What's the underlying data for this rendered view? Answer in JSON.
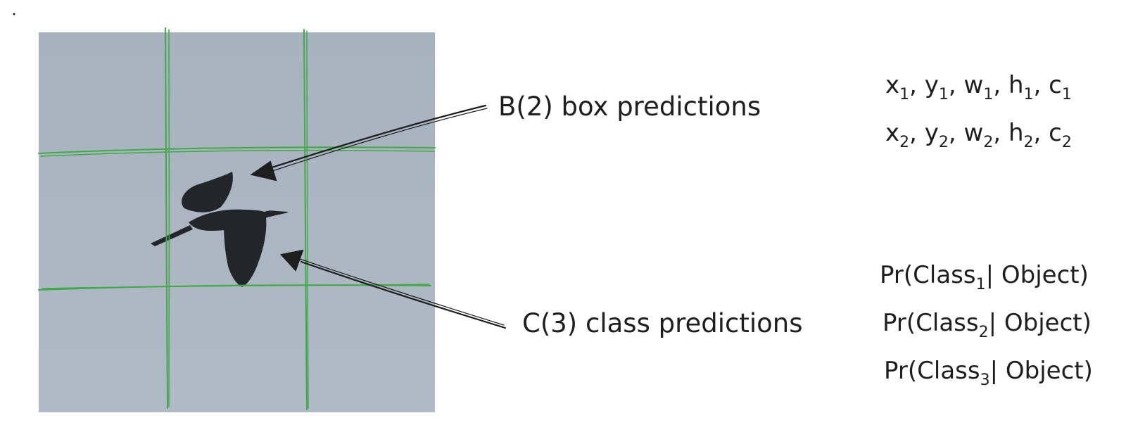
{
  "labels": {
    "box_predictions": "B(2) box predictions",
    "class_predictions": "C(3) class predictions"
  },
  "box_rows": [
    [
      {
        "base": "x",
        "sub": "1",
        "sep": ", "
      },
      {
        "base": "y",
        "sub": "1",
        "sep": ", "
      },
      {
        "base": "w",
        "sub": "1",
        "sep": ", "
      },
      {
        "base": "h",
        "sub": "1",
        "sep": ", "
      },
      {
        "base": "c",
        "sub": "1",
        "sep": ""
      }
    ],
    [
      {
        "base": "x",
        "sub": "2",
        "sep": ", "
      },
      {
        "base": "y",
        "sub": "2",
        "sep": ", "
      },
      {
        "base": "w",
        "sub": "2",
        "sep": ", "
      },
      {
        "base": "h",
        "sub": "2",
        "sep": ", "
      },
      {
        "base": "c",
        "sub": "2",
        "sep": ""
      }
    ]
  ],
  "class_rows": [
    {
      "prefix": "Pr(Class",
      "sub": "1",
      "suffix": "| Object)"
    },
    {
      "prefix": "Pr(Class",
      "sub": "2",
      "suffix": "| Object)"
    },
    {
      "prefix": "Pr(Class",
      "sub": "3",
      "suffix": "| Object)"
    }
  ],
  "colors": {
    "sky": "#a9b4c1",
    "grid": "#3faa46",
    "ink": "#1e1e1e",
    "bird": "#22262a"
  },
  "grid": {
    "rows": 3,
    "cols": 3
  }
}
